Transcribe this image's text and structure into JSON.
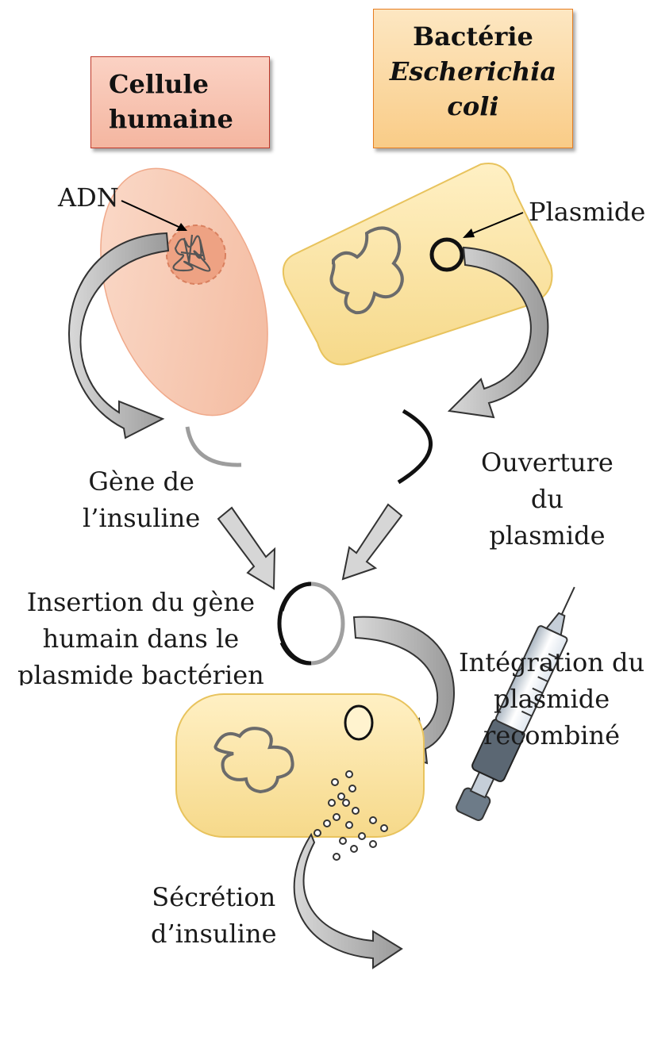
{
  "boxes": {
    "human": {
      "line1": "Cellule",
      "line2": "humaine",
      "fill": "#f7c8b6",
      "border": "#c0392b"
    },
    "bacteria": {
      "line1": "Bactérie",
      "line2": "Escherichia",
      "line3": "coli",
      "fill": "#fbd9a4",
      "border": "#e67e22"
    }
  },
  "labels": {
    "adn": "ADN",
    "plasmide": "Plasmide",
    "gene": {
      "line1": "Gène de",
      "line2": "l’insuline"
    },
    "ouverture": {
      "line1": "Ouverture",
      "line2": "du",
      "line3": "plasmide"
    },
    "insertion": {
      "line1": "Insertion du gène",
      "line2": "humain dans le",
      "line3": "plasmide bactérien"
    },
    "integration": {
      "line1": "Intégration du",
      "line2": "plasmide",
      "line3": "recombiné"
    },
    "secretion": {
      "line1": "Sécrétion",
      "line2": "d’insuline"
    }
  },
  "colors": {
    "human_cell": "#f8cdb7",
    "nucleus": "#e9967a",
    "bacterium": "#fbe3a3",
    "arrow_fill": "#b3b3b3",
    "dna_line": "#555555"
  }
}
